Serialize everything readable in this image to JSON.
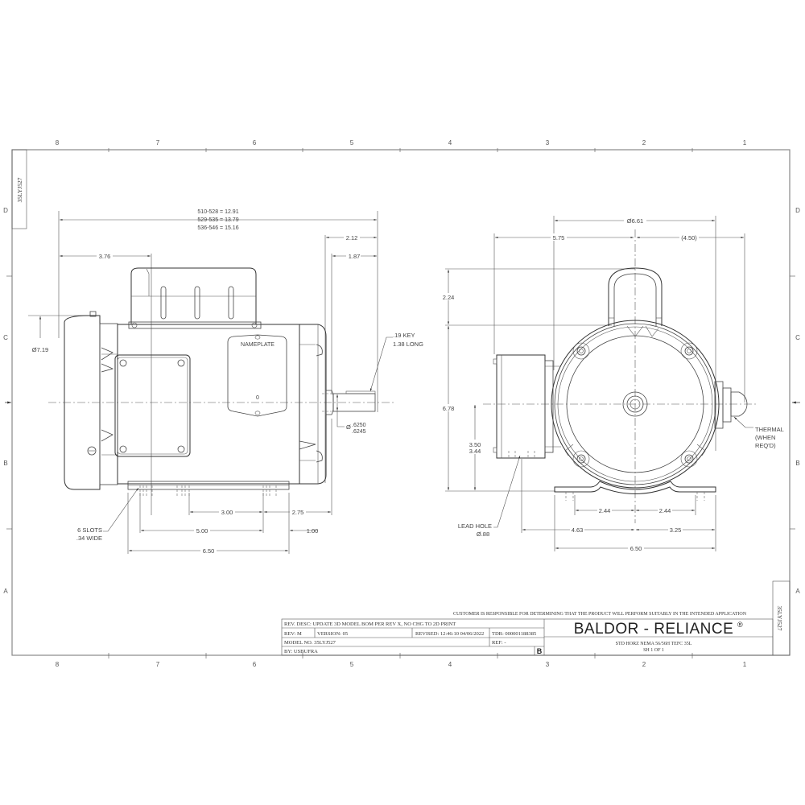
{
  "sheet": {
    "drawing_number": "35LYJ527",
    "zone_columns": [
      "8",
      "7",
      "6",
      "5",
      "4",
      "3",
      "2",
      "1"
    ],
    "zone_rows": [
      "D",
      "C",
      "B",
      "A"
    ]
  },
  "side_view": {
    "overall_length_lines": [
      "510-528 = 12.91",
      "529-535 = 13.79",
      "536-546 = 15.16"
    ],
    "dim_2_12": "2.12",
    "dim_1_87": "1.87",
    "dim_3_76": "3.76",
    "dim_dia_7_19": "Ø7.19",
    "key_note_line1": ".19 KEY",
    "key_note_line2": "1.38 LONG",
    "shaft_dia_prefix": "Ø",
    "shaft_dia_max": ".6250",
    "shaft_dia_min": ".6245",
    "nameplate_label": "NAMEPLATE",
    "nameplate_mark": "0",
    "dim_3_00": "3.00",
    "dim_2_75": "2.75",
    "dim_5_00": "5.00",
    "dim_1_00": "1.00",
    "dim_6_50": "6.50",
    "slots_note_line1": "6 SLOTS",
    "slots_note_line2": ".34 WIDE"
  },
  "end_view": {
    "dim_dia_6_61": "Ø6.61",
    "dim_5_75": "5.75",
    "dim_4_50": "(4.50)",
    "dim_2_24": "2.24",
    "dim_6_78": "6.78",
    "dim_3_50": "3.50",
    "dim_3_44": "3.44",
    "lead_hole_line1": "LEAD HOLE",
    "lead_hole_line2": "Ø.88",
    "thermal_line1": "THERMAL",
    "thermal_line2": "(WHEN",
    "thermal_line3": "REQ'D)",
    "dim_2_44_left": "2.44",
    "dim_2_44_right": "2.44",
    "dim_4_63": "4.63",
    "dim_3_25": "3.25",
    "dim_6_50": "6.50"
  },
  "title_block": {
    "disclaimer": "CUSTOMER IS RESPONSIBLE FOR DETERMINING THAT THE PRODUCT WILL PERFORM SUITABLY IN THE INTENDED APPLICATION",
    "rev_desc": "REV. DESC: UPDATE 3D MODEL BOM PER REV X, NO CHG TO 2D PRINT",
    "rev": "REV:  M",
    "version": "VERSION:  05",
    "revised": "REVISED:  12:46:10 04/06/2022",
    "tdr": "TDR: 000001188385",
    "model_no": "MODEL NO.   35LYJ527",
    "ref": "REF:  -",
    "by": "BY: USBUFRA",
    "size": "B",
    "brand": "BALDOR - RELIANCE",
    "brand_mark": "®",
    "description": "STD HORZ NEMA 56/56H TEFC 35L",
    "sheet": "SH 1 OF 1"
  }
}
